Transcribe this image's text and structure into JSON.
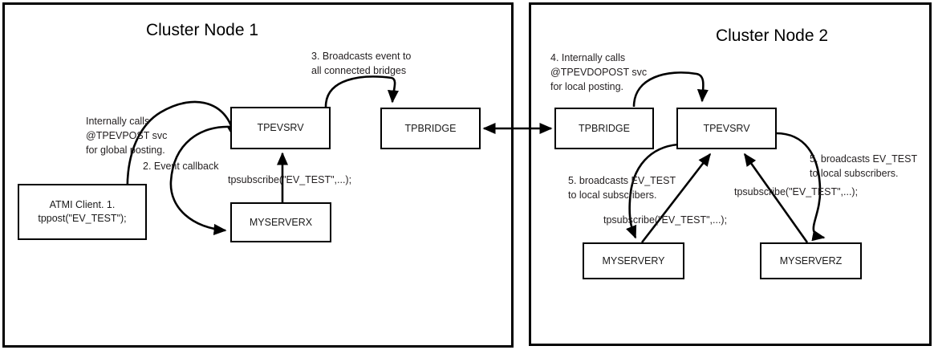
{
  "diagram": {
    "title": "Cluster Node event broadcast flow",
    "background_color": "#ffffff",
    "line_color": "#000000",
    "text_color": "#231f20"
  },
  "panels": [
    {
      "id": "node-1",
      "title": "Cluster Node 1"
    },
    {
      "id": "node-2",
      "title": "Cluster Node 2"
    }
  ],
  "boxes": {
    "tpevsrv_1": "TPEVSRV",
    "tpbridge_1": "TPBRIDGE",
    "atmi_client": "ATMI Client.\n1. tppost(\"EV_TEST\");",
    "myserverx": "MYSERVERX",
    "tpbridge_2": "TPBRIDGE",
    "tpevsrv_2": "TPEVSRV",
    "myservery": "MYSERVERY",
    "myserverz": "MYSERVERZ"
  },
  "annotations": {
    "internally_calls_1": "Internally calls\n@TPEVPOST svc\nfor global posting.",
    "event_callback": "2. Event callback",
    "tpsubscribe_x": "tpsubscribe(\"EV_TEST\",...);",
    "broadcasts_bridges": "3. Broadcasts event to\nall connected bridges",
    "internally_calls_2": "4. Internally calls\n@TPEVDOPOST svc\nfor local posting.",
    "broadcasts_left": "5. broadcasts EV_TEST\nto local subscribers.",
    "tpsubscribe_y": "tpsubscribe(\"EV_TEST\",...);",
    "tpsubscribe_z": "tpsubscribe(\"EV_TEST\",...);",
    "broadcasts_right": "5. broadcasts EV_TEST\nto local subscribers."
  }
}
